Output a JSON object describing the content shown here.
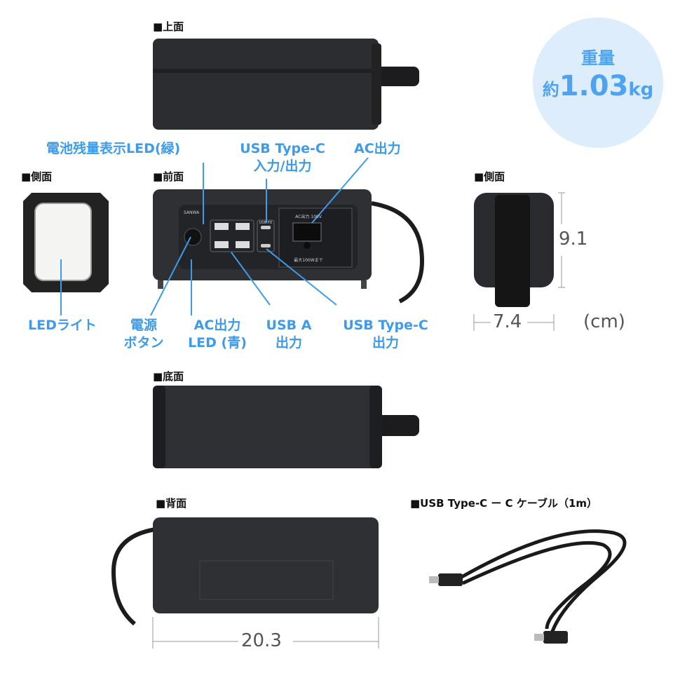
{
  "sections": {
    "top": "■上面",
    "side_left": "■側面",
    "front": "■前面",
    "side_right": "■側面",
    "bottom": "■底面",
    "back": "■背面",
    "cable": "■USB Type-C ー C ケーブル（1m）"
  },
  "weight": {
    "label": "重量",
    "prefix": "約",
    "value": "1.03",
    "unit": "kg"
  },
  "callouts": {
    "battery_led": "電池残量表示LED(緑)",
    "usb_c_io_1": "USB Type-C",
    "usb_c_io_2": "入力/出力",
    "ac_out": "AC出力",
    "led_light": "LEDライト",
    "power_1": "電源",
    "power_2": "ボタン",
    "ac_led_1": "AC出力",
    "ac_led_2": "LED (青)",
    "usb_a_1": "USB A",
    "usb_a_2": "出力",
    "usb_c_out_1": "USB Type-C",
    "usb_c_out_2": "出力"
  },
  "dimensions": {
    "height": "9.1",
    "depth": "7.4",
    "width": "20.3",
    "unit": "(cm)"
  },
  "device_text": {
    "brand": "SANWA",
    "ac_panel": "AC出力 100V",
    "ac_max": "最大100Wまで",
    "usb_pd": "USB PD"
  },
  "colors": {
    "accent": "#3d9be9",
    "circle_bg": "#deedfc",
    "device": "#2a2c30"
  }
}
